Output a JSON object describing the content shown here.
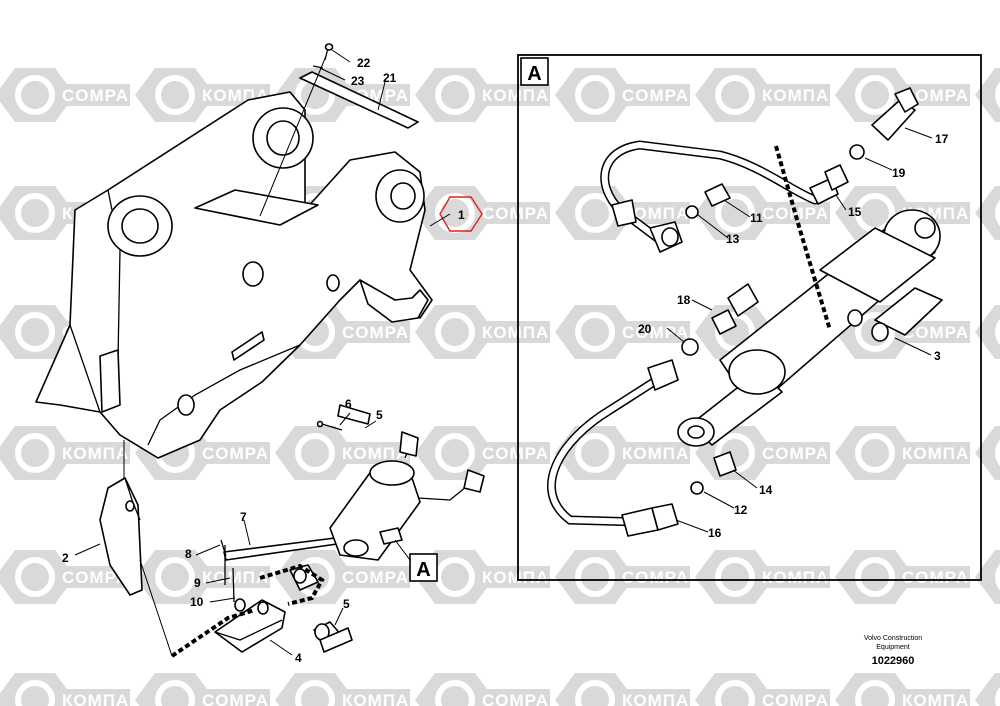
{
  "watermark": {
    "latin": "COMPART",
    "cyrillic": "КОМПАРТ",
    "colors": {
      "shape": "#d9d9d9",
      "text": "#ffffff"
    }
  },
  "detail_box": {
    "label": "A"
  },
  "detail_ref": {
    "label": "A"
  },
  "callouts": {
    "c1": "1",
    "c2": "2",
    "c3": "3",
    "c4": "4",
    "c5a": "5",
    "c5b": "5",
    "c6": "6",
    "c7": "7",
    "c8": "8",
    "c9": "9",
    "c10": "10",
    "c11": "11",
    "c12": "12",
    "c13": "13",
    "c14": "14",
    "c15": "15",
    "c16": "16",
    "c17": "17",
    "c18": "18",
    "c19": "19",
    "c20": "20",
    "c21": "21",
    "c22": "22",
    "c23": "23"
  },
  "highlight_color": "#e0201c",
  "footer": {
    "brand_line1": "Volvo Construction",
    "brand_line2": "Equipment",
    "doc_number": "1022960"
  }
}
